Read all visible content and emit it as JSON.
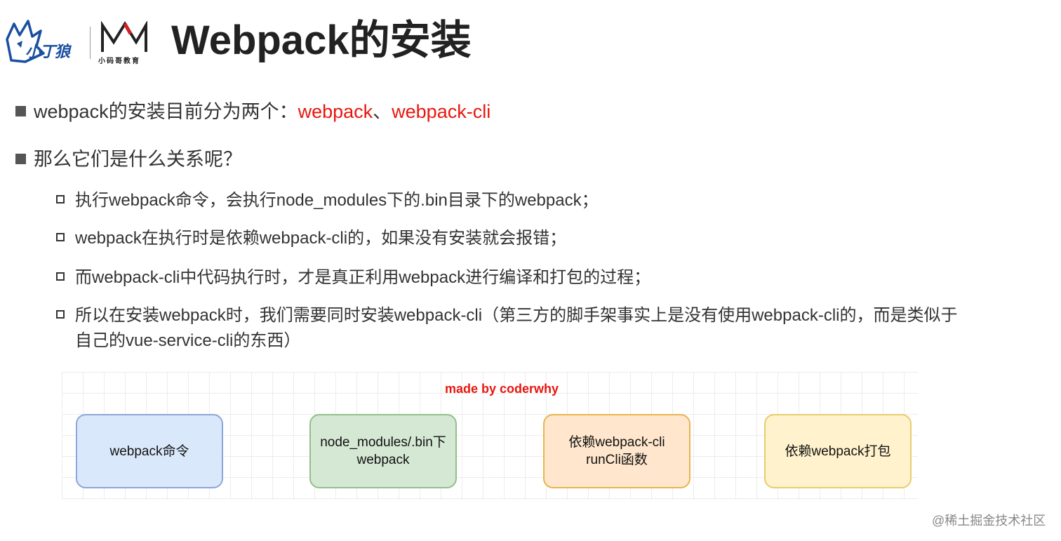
{
  "header": {
    "logo_wolf_text": "小丁狼",
    "logo_m_text": "小码哥教育",
    "title": "Webpack的安装"
  },
  "bullets": [
    {
      "prefix": "webpack的安装目前分为两个：",
      "highlight1": "webpack",
      "separator": "、",
      "highlight2": "webpack-cli"
    },
    {
      "text": "那么它们是什么关系呢？"
    }
  ],
  "sub_bullets": [
    {
      "line1": "执行webpack命令，会执行node_modules下的.bin目录下的webpack；"
    },
    {
      "line1": "webpack在执行时是依赖webpack-cli的，如果没有安装就会报错；"
    },
    {
      "line1": "而webpack-cli中代码执行时，才是真正利用webpack进行编译和打包的过程；"
    },
    {
      "line1": "所以在安装webpack时，我们需要同时安装webpack-cli（第三方的脚手架事实上是没有使用webpack-cli的，而是类似于",
      "line2": "自己的vue-service-cli的东西）"
    }
  ],
  "diagram": {
    "caption": "made by coderwhy",
    "nodes": [
      {
        "line1": "webpack命令",
        "line2": ""
      },
      {
        "line1": "node_modules/.bin下",
        "line2": "webpack"
      },
      {
        "line1": "依赖webpack-cli",
        "line2": "runCli函数"
      },
      {
        "line1": "依赖webpack打包",
        "line2": ""
      }
    ],
    "colors": {
      "node1_fill": "#dae8fc",
      "node2_fill": "#d5e8d4",
      "node3_fill": "#ffe6cc",
      "node4_fill": "#fff2cc",
      "caption": "#e8170e"
    }
  },
  "highlight_color": "#e8170e",
  "watermark": "@稀土掘金技术社区"
}
